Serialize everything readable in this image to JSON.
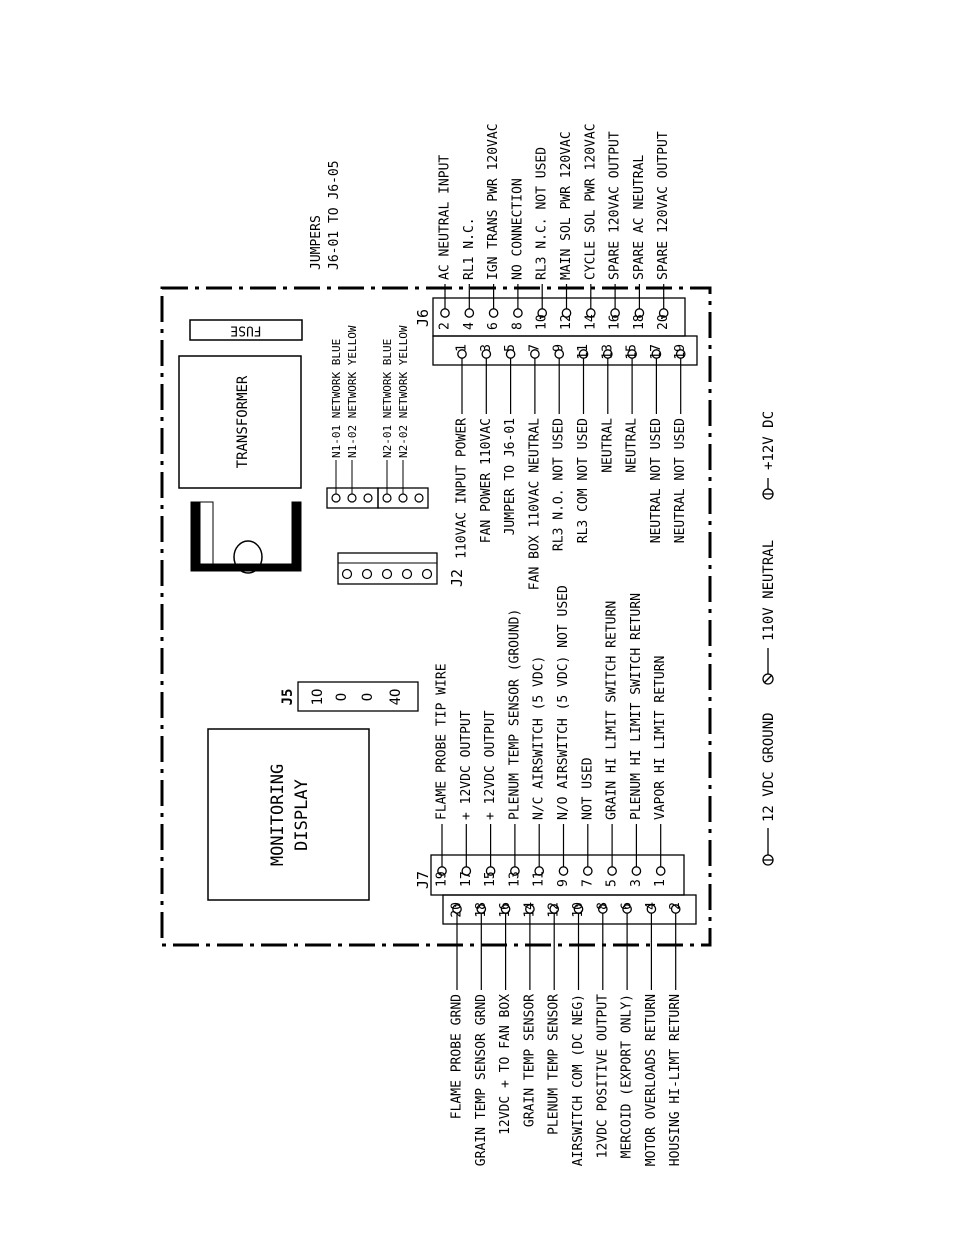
{
  "board": {
    "transformer": "TRANSFORMER",
    "fuse": "FUSE",
    "display": [
      "MONITORING",
      "DISPLAY"
    ]
  },
  "jumpers_note": [
    "JUMPERS",
    "J6-01 TO J6-05"
  ],
  "connectors": {
    "j2": "J2",
    "j5": "J5",
    "j6": "J6",
    "j7": "J7"
  },
  "j5_pins": [
    "1O",
    "O",
    "O",
    "4O"
  ],
  "network": {
    "n1": [
      "N1-01 NETWORK BLUE",
      "N1-02 NETWORK YELLOW"
    ],
    "n2": [
      "N2-01 NETWORK BLUE",
      "N2-02 NETWORK YELLOW"
    ]
  },
  "j6": {
    "even_labels": [
      "AC NEUTRAL INPUT",
      "RL1 N.C.",
      "IGN TRANS PWR 120VAC",
      "NO CONNECTION",
      "RL3 N.C. NOT USED",
      "MAIN SOL PWR 120VAC",
      "CYCLE SOL PWR 120VAC",
      "SPARE 120VAC OUTPUT",
      "SPARE AC NEUTRAL",
      "SPARE 120VAC OUTPUT"
    ],
    "even_pins": [
      "2",
      "4",
      "6",
      "8",
      "10",
      "12",
      "14",
      "16",
      "18",
      "20"
    ],
    "odd_labels": [
      "110VAC INPUT POWER",
      "FAN POWER 110VAC",
      "JUMPER TO J6-01",
      "FAN BOX 110VAC NEUTRAL",
      "RL3 N.O. NOT USED",
      "RL3 COM NOT USED",
      "NEUTRAL",
      "NEUTRAL",
      "NEUTRAL NOT USED",
      "NEUTRAL NOT USED"
    ],
    "odd_pins": [
      "1",
      "3",
      "5",
      "7",
      "9",
      "11",
      "13",
      "15",
      "17",
      "19"
    ]
  },
  "j7": {
    "odd_labels": [
      "FLAME PROBE TIP WIRE",
      "+ 12VDC OUTPUT",
      "+ 12VDC OUTPUT",
      "PLENUM TEMP SENSOR (GROUND)",
      "N/C AIRSWITCH (5 VDC)",
      "N/O AIRSWITCH (5 VDC) NOT USED",
      "NOT USED",
      "GRAIN HI LIMIT SWITCH RETURN",
      "PLENUM HI LIMIT SWITCH RETURN",
      "VAPOR HI LIMIT RETURN"
    ],
    "odd_pins": [
      "19",
      "17",
      "15",
      "13",
      "11",
      "9",
      "7",
      "5",
      "3",
      "1"
    ],
    "even_labels": [
      "FLAME PROBE GRND",
      "GRAIN TEMP SENSOR GRND",
      "12VDC + TO FAN BOX",
      "GRAIN TEMP SENSOR",
      "PLENUM TEMP SENSOR",
      "AIRSWITCH COM (DC NEG)",
      "12VDC POSITIVE OUTPUT",
      "MERCOID (EXPORT ONLY)",
      "MOTOR OVERLOADS RETURN",
      "HOUSING HI-LIMT RETURN"
    ],
    "even_pins": [
      "20",
      "18",
      "16",
      "14",
      "12",
      "10",
      "8",
      "6",
      "4",
      "2"
    ]
  },
  "legend": [
    "12 VDC GROUND",
    "110V NEUTRAL",
    "+12V DC"
  ]
}
